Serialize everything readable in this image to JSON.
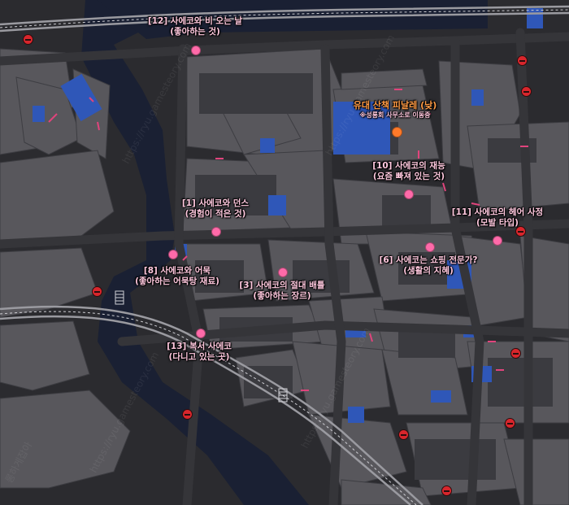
{
  "map": {
    "colors": {
      "background": "#1e1e21",
      "block": "#58575c",
      "block_dark": "#3b3b40",
      "road": "#2b2b2f",
      "water": "#1a2033",
      "highlight_building": "#2f57b8",
      "pin_pink": "#ff6aa9",
      "pin_orange": "#ff7a2a",
      "station": "#d8262c",
      "label_text": "#ffc8de",
      "label_orange": "#ff9b45"
    },
    "locations": [
      {
        "id": "p12",
        "line1": "[12] 사에코와 비 오는 날",
        "line2": "(좋아하는 것)",
        "color": "pink"
      },
      {
        "id": "date",
        "line1": "유대 산책 피날레 (낮)",
        "sub": "※성룡회 사무소로 이동중",
        "color": "orange"
      },
      {
        "id": "p10",
        "line1": "[10] 사에코의 재능",
        "line2": "(요즘 빠져 있는 것)",
        "color": "pink"
      },
      {
        "id": "p1",
        "line1": "[1] 사에코와 던스",
        "line2": "(경험이 적은 것)",
        "color": "pink"
      },
      {
        "id": "p11",
        "line1": "[11] 사에코의 헤어 사정",
        "line2": "(모발 타입)",
        "color": "pink"
      },
      {
        "id": "p6",
        "line1": "[6] 사에코는 쇼핑 전문가?",
        "line2": "(생활의 지혜)",
        "color": "pink"
      },
      {
        "id": "p8",
        "line1": "[8] 사에코와 어묵",
        "line2": "(좋아하는 어묵탕 재료)",
        "color": "pink"
      },
      {
        "id": "p3",
        "line1": "[3] 사에코의 절대 배틀",
        "line2": "(좋아하는 장르)",
        "color": "pink"
      },
      {
        "id": "p13",
        "line1": "[13] 복서 사에코",
        "line2": "(다니고 있는 곳)",
        "color": "pink"
      }
    ],
    "watermark_text": "https://ryu.gamesteory.com",
    "watermark_brand": "롱하게잡아"
  }
}
